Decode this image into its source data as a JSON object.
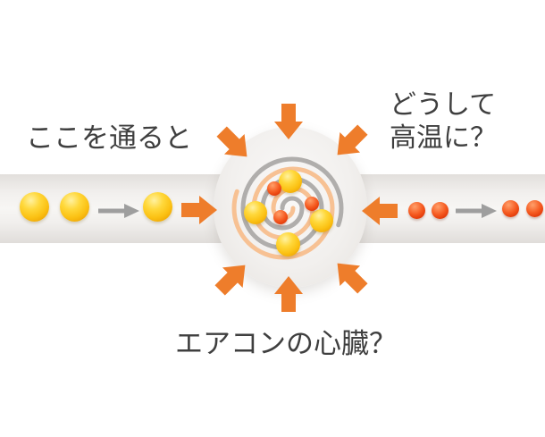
{
  "diagram": {
    "title_domain": "air-conditioner compressor diagram",
    "labels": {
      "inlet": "ここを通ると",
      "outlet_line1": "どうして",
      "outlet_line2": "高温に？",
      "caption": "エアコンの心臓？"
    },
    "colors": {
      "accent_orange_arrow": "#ee7d2b",
      "spiral_gray": "#b0aeac",
      "spiral_orange": "#f7c193",
      "yellow_ball": "#fbc113",
      "red_ball": "#e8430f",
      "pipe_band_gray": "#f0eeec",
      "text_gray": "#3f3f3f",
      "flow_arrow_gray": "#9e9e9e"
    },
    "flow": {
      "left_inlet_balls": {
        "color": "yellow",
        "count": 3,
        "size": "large"
      },
      "hub_balls": {
        "yellow_count": 4,
        "red_count": 3
      },
      "right_outlet_balls": {
        "color": "red",
        "count": 4,
        "size": "small"
      },
      "inward_compression_arrows": 8,
      "gray_direction_arrows": 2
    }
  }
}
